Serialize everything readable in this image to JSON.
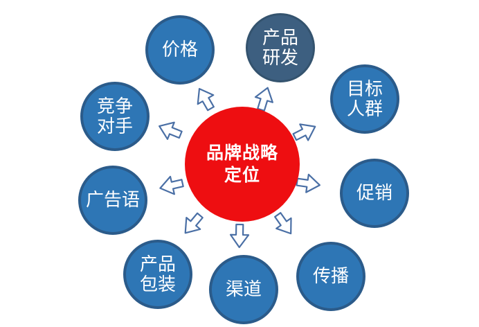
{
  "title": "品牌战略定位",
  "center": {
    "label": "品牌战略\n定位"
  },
  "nodes": [
    {
      "id": "price",
      "label": "价格"
    },
    {
      "id": "product-rd",
      "label": "产品\n研发"
    },
    {
      "id": "target-audience",
      "label": "目标\n人群"
    },
    {
      "id": "promotion",
      "label": "促销"
    },
    {
      "id": "communication",
      "label": "传播"
    },
    {
      "id": "channel",
      "label": "渠道"
    },
    {
      "id": "product-packaging",
      "label": "产品\n包装"
    },
    {
      "id": "slogan",
      "label": "广告语"
    },
    {
      "id": "competitors",
      "label": "竞争\n对手"
    }
  ],
  "colors": {
    "center_fill": "#ee0e11",
    "node_fill": "#2e76b5",
    "node_border": "#2b5b8a",
    "node_dark_fill": "#3d5f80",
    "node_dark_border": "#34536e",
    "arrow_stroke": "#4a6fa5",
    "text": "#ffffff",
    "background": "#ffffff"
  }
}
